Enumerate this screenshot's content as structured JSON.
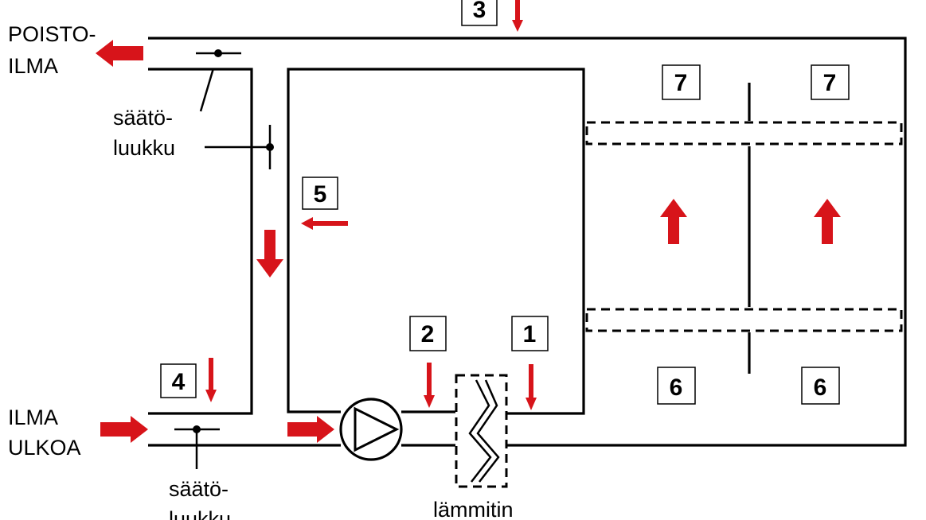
{
  "labels": {
    "exhaust_line1": "POISTO-",
    "exhaust_line2": "ILMA",
    "outdoor_line1": "ILMA",
    "outdoor_line2": "ULKOA",
    "damper_top_line1": "säätö-",
    "damper_top_line2": "luukku",
    "damper_bottom_line1": "säätö-",
    "damper_bottom_line2": "luukku",
    "heater": "lämmitin"
  },
  "markers": {
    "m1": "1",
    "m2": "2",
    "m3": "3",
    "m4": "4",
    "m5": "5",
    "m6a": "6",
    "m6b": "6",
    "m7a": "7",
    "m7b": "7"
  },
  "colors": {
    "line": "#000000",
    "arrow": "#d7141a",
    "background": "#ffffff"
  }
}
